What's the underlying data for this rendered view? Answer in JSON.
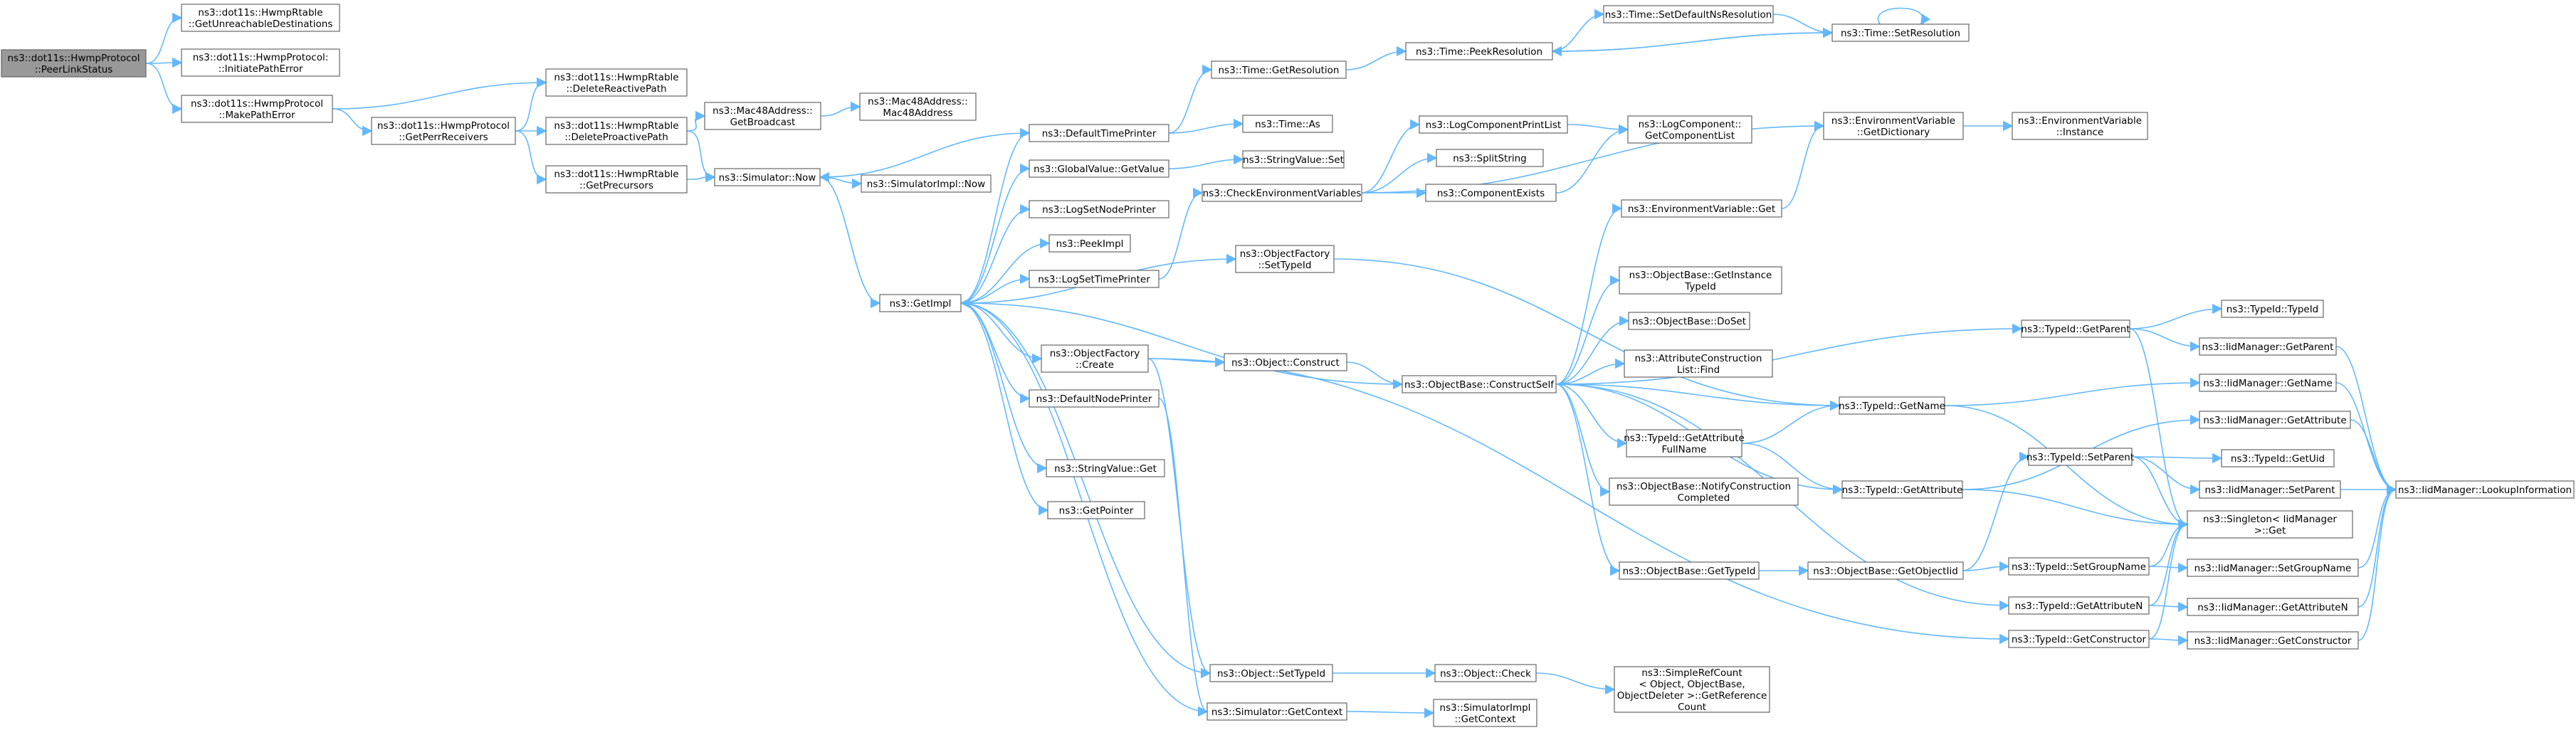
{
  "colors": {
    "edge": "#63b8ff",
    "node_border": "#666666",
    "root_fill": "#999999",
    "background": "#ffffff"
  },
  "nodes": [
    {
      "id": "peer",
      "lines": [
        "ns3::dot11s::HwmpProtocol",
        "::PeerLinkStatus"
      ],
      "root": true
    },
    {
      "id": "unreach",
      "lines": [
        "ns3::dot11s::HwmpRtable",
        "::GetUnreachableDestinations"
      ]
    },
    {
      "id": "initpath",
      "lines": [
        "ns3::dot11s::HwmpProtocol:",
        "::InitiatePathError"
      ]
    },
    {
      "id": "makepath",
      "lines": [
        "ns3::dot11s::HwmpProtocol",
        "::MakePathError"
      ]
    },
    {
      "id": "getperr",
      "lines": [
        "ns3::dot11s::HwmpProtocol",
        "::GetPerrReceivers"
      ]
    },
    {
      "id": "delreact",
      "lines": [
        "ns3::dot11s::HwmpRtable",
        "::DeleteReactivePath"
      ]
    },
    {
      "id": "delproact",
      "lines": [
        "ns3::dot11s::HwmpRtable",
        "::DeleteProactivePath"
      ]
    },
    {
      "id": "getprec",
      "lines": [
        "ns3::dot11s::HwmpRtable",
        "::GetPrecursors"
      ]
    },
    {
      "id": "macbcast",
      "lines": [
        "ns3::Mac48Address::",
        "GetBroadcast"
      ]
    },
    {
      "id": "macaddr",
      "lines": [
        "ns3::Mac48Address::",
        "Mac48Address"
      ]
    },
    {
      "id": "simnow",
      "lines": [
        "ns3::Simulator::Now"
      ]
    },
    {
      "id": "simimplnow",
      "lines": [
        "ns3::SimulatorImpl::Now"
      ]
    },
    {
      "id": "getimpl",
      "lines": [
        "ns3::GetImpl"
      ]
    },
    {
      "id": "deftime",
      "lines": [
        "ns3::DefaultTimePrinter"
      ]
    },
    {
      "id": "globalget",
      "lines": [
        "ns3::GlobalValue::GetValue"
      ]
    },
    {
      "id": "logsetnode",
      "lines": [
        "ns3::LogSetNodePrinter"
      ]
    },
    {
      "id": "peekimpl",
      "lines": [
        "ns3::PeekImpl"
      ]
    },
    {
      "id": "logsettime",
      "lines": [
        "ns3::LogSetTimePrinter"
      ]
    },
    {
      "id": "objfcreate",
      "lines": [
        "ns3::ObjectFactory",
        "::Create"
      ]
    },
    {
      "id": "defnode",
      "lines": [
        "ns3::DefaultNodePrinter"
      ]
    },
    {
      "id": "strget",
      "lines": [
        "ns3::StringValue::Get"
      ]
    },
    {
      "id": "getptr",
      "lines": [
        "ns3::GetPointer"
      ]
    },
    {
      "id": "timegetres",
      "lines": [
        "ns3::Time::GetResolution"
      ]
    },
    {
      "id": "timeas",
      "lines": [
        "ns3::Time::As"
      ]
    },
    {
      "id": "strset",
      "lines": [
        "ns3::StringValue::Set"
      ]
    },
    {
      "id": "checkenv",
      "lines": [
        "ns3::CheckEnvironmentVariables"
      ]
    },
    {
      "id": "objfsettid",
      "lines": [
        "ns3::ObjectFactory",
        "::SetTypeId"
      ]
    },
    {
      "id": "objconstruct",
      "lines": [
        "ns3::Object::Construct"
      ]
    },
    {
      "id": "objsettid",
      "lines": [
        "ns3::Object::SetTypeId"
      ]
    },
    {
      "id": "simgetctx",
      "lines": [
        "ns3::Simulator::GetContext"
      ]
    },
    {
      "id": "timepeek",
      "lines": [
        "ns3::Time::PeekResolution"
      ]
    },
    {
      "id": "logcpl",
      "lines": [
        "ns3::LogComponentPrintList"
      ]
    },
    {
      "id": "splitstr",
      "lines": [
        "ns3::SplitString"
      ]
    },
    {
      "id": "compexists",
      "lines": [
        "ns3::ComponentExists"
      ]
    },
    {
      "id": "constructself",
      "lines": [
        "ns3::ObjectBase::ConstructSelf"
      ]
    },
    {
      "id": "objcheck",
      "lines": [
        "ns3::Object::Check"
      ]
    },
    {
      "id": "simimplctx",
      "lines": [
        "ns3::SimulatorImpl",
        "::GetContext"
      ]
    },
    {
      "id": "setdefns",
      "lines": [
        "ns3::Time::SetDefaultNsResolution"
      ]
    },
    {
      "id": "logcompgcl",
      "lines": [
        "ns3::LogComponent::",
        "GetComponentList"
      ]
    },
    {
      "id": "envget",
      "lines": [
        "ns3::EnvironmentVariable::Get"
      ]
    },
    {
      "id": "getinsttid",
      "lines": [
        "ns3::ObjectBase::GetInstance",
        "TypeId"
      ]
    },
    {
      "id": "doset",
      "lines": [
        "ns3::ObjectBase::DoSet"
      ]
    },
    {
      "id": "attrconsfind",
      "lines": [
        "ns3::AttributeConstruction",
        "List::Find"
      ]
    },
    {
      "id": "getattrfull",
      "lines": [
        "ns3::TypeId::GetAttribute",
        "FullName"
      ]
    },
    {
      "id": "notifycons",
      "lines": [
        "ns3::ObjectBase::NotifyConstruction",
        "Completed"
      ]
    },
    {
      "id": "getobjtid",
      "lines": [
        "ns3::ObjectBase::GetTypeId"
      ]
    },
    {
      "id": "simplerefcount",
      "lines": [
        "ns3::SimpleRefCount",
        "< Object, ObjectBase,",
        "ObjectDeleter >::GetReference",
        "Count"
      ]
    },
    {
      "id": "settimeres",
      "lines": [
        "ns3::Time::SetResolution"
      ]
    },
    {
      "id": "envgetdict",
      "lines": [
        "ns3::EnvironmentVariable",
        "::GetDictionary"
      ]
    },
    {
      "id": "tidgetname",
      "lines": [
        "ns3::TypeId::GetName"
      ]
    },
    {
      "id": "tidgetattr",
      "lines": [
        "ns3::TypeId::GetAttribute"
      ]
    },
    {
      "id": "basegetobjtid",
      "lines": [
        "ns3::ObjectBase::GetObjectIid"
      ]
    },
    {
      "id": "envinst",
      "lines": [
        "ns3::EnvironmentVariable",
        "::Instance"
      ]
    },
    {
      "id": "tidgetparent",
      "lines": [
        "ns3::TypeId::GetParent"
      ]
    },
    {
      "id": "tidsetparent",
      "lines": [
        "ns3::TypeId::SetParent"
      ]
    },
    {
      "id": "tidsetgroup",
      "lines": [
        "ns3::TypeId::SetGroupName"
      ]
    },
    {
      "id": "tidgetattrn",
      "lines": [
        "ns3::TypeId::GetAttributeN"
      ]
    },
    {
      "id": "tidgetcons",
      "lines": [
        "ns3::TypeId::GetConstructor"
      ]
    },
    {
      "id": "tidtypeid",
      "lines": [
        "ns3::TypeId::TypeId"
      ]
    },
    {
      "id": "iidgetparent",
      "lines": [
        "ns3::IidManager::GetParent"
      ]
    },
    {
      "id": "iidgetname",
      "lines": [
        "ns3::IidManager::GetName"
      ]
    },
    {
      "id": "iidgetattr",
      "lines": [
        "ns3::IidManager::GetAttribute"
      ]
    },
    {
      "id": "tidgetuid",
      "lines": [
        "ns3::TypeId::GetUid"
      ]
    },
    {
      "id": "iidsetparent",
      "lines": [
        "ns3::IidManager::SetParent"
      ]
    },
    {
      "id": "singleton",
      "lines": [
        "ns3::Singleton< IidManager",
        ">::Get"
      ]
    },
    {
      "id": "iidsetgroup",
      "lines": [
        "ns3::IidManager::SetGroupName"
      ]
    },
    {
      "id": "iidgetattrn",
      "lines": [
        "ns3::IidManager::GetAttributeN"
      ]
    },
    {
      "id": "iidgetcons",
      "lines": [
        "ns3::IidManager::GetConstructor"
      ]
    },
    {
      "id": "iidlookup",
      "lines": [
        "ns3::IidManager::LookupInformation"
      ]
    }
  ],
  "edges": [
    [
      "peer",
      "unreach"
    ],
    [
      "peer",
      "initpath"
    ],
    [
      "peer",
      "makepath"
    ],
    [
      "makepath",
      "delreact"
    ],
    [
      "makepath",
      "getperr"
    ],
    [
      "getperr",
      "delreact"
    ],
    [
      "getperr",
      "delproact"
    ],
    [
      "getperr",
      "getprec"
    ],
    [
      "delproact",
      "macbcast"
    ],
    [
      "delproact",
      "simnow"
    ],
    [
      "getprec",
      "simnow"
    ],
    [
      "macbcast",
      "macaddr"
    ],
    [
      "simnow",
      "simimplnow"
    ],
    [
      "simnow",
      "getimpl"
    ],
    [
      "deftime",
      "simnow"
    ],
    [
      "getimpl",
      "deftime"
    ],
    [
      "getimpl",
      "globalget"
    ],
    [
      "getimpl",
      "logsetnode"
    ],
    [
      "getimpl",
      "peekimpl"
    ],
    [
      "getimpl",
      "logsettime"
    ],
    [
      "getimpl",
      "objfcreate"
    ],
    [
      "getimpl",
      "defnode"
    ],
    [
      "getimpl",
      "strget"
    ],
    [
      "getimpl",
      "getptr"
    ],
    [
      "getimpl",
      "simgetctx"
    ],
    [
      "getimpl",
      "objsettid"
    ],
    [
      "getimpl",
      "objfsettid"
    ],
    [
      "deftime",
      "timegetres"
    ],
    [
      "deftime",
      "timeas"
    ],
    [
      "globalget",
      "strset"
    ],
    [
      "logsettime",
      "checkenv"
    ],
    [
      "objfcreate",
      "objconstruct"
    ],
    [
      "objfcreate",
      "objsettid"
    ],
    [
      "objfcreate",
      "tidgetcons"
    ],
    [
      "defnode",
      "simgetctx"
    ],
    [
      "timegetres",
      "timepeek"
    ],
    [
      "checkenv",
      "logcpl"
    ],
    [
      "checkenv",
      "splitstr"
    ],
    [
      "checkenv",
      "compexists"
    ],
    [
      "checkenv",
      "envgetdict"
    ],
    [
      "objfsettid",
      "tidgetname"
    ],
    [
      "objconstruct",
      "constructself"
    ],
    [
      "objsettid",
      "objcheck"
    ],
    [
      "simgetctx",
      "simimplctx"
    ],
    [
      "timepeek",
      "setdefns"
    ],
    [
      "timepeek",
      "settimeres"
    ],
    [
      "setdefns",
      "settimeres"
    ],
    [
      "settimeres",
      "timepeek"
    ],
    [
      "settimeres",
      "settimeres"
    ],
    [
      "logcpl",
      "logcompgcl"
    ],
    [
      "compexists",
      "logcompgcl"
    ],
    [
      "constructself",
      "getimpl"
    ],
    [
      "constructself",
      "envget"
    ],
    [
      "constructself",
      "getinsttid"
    ],
    [
      "constructself",
      "doset"
    ],
    [
      "constructself",
      "attrconsfind"
    ],
    [
      "constructself",
      "getattrfull"
    ],
    [
      "constructself",
      "notifycons"
    ],
    [
      "constructself",
      "getobjtid"
    ],
    [
      "constructself",
      "tidgetname"
    ],
    [
      "constructself",
      "tidgetattr"
    ],
    [
      "constructself",
      "tidgetparent"
    ],
    [
      "constructself",
      "tidgetattrn"
    ],
    [
      "envget",
      "envgetdict"
    ],
    [
      "getattrfull",
      "tidgetname"
    ],
    [
      "getattrfull",
      "tidgetattr"
    ],
    [
      "getobjtid",
      "basegetobjtid"
    ],
    [
      "objcheck",
      "simplerefcount"
    ],
    [
      "envgetdict",
      "envinst"
    ],
    [
      "tidgetname",
      "iidgetname"
    ],
    [
      "tidgetname",
      "singleton"
    ],
    [
      "tidgetattr",
      "iidgetattr"
    ],
    [
      "tidgetattr",
      "singleton"
    ],
    [
      "basegetobjtid",
      "tidsetparent"
    ],
    [
      "basegetobjtid",
      "tidsetgroup"
    ],
    [
      "tidgetparent",
      "tidtypeid"
    ],
    [
      "tidgetparent",
      "iidgetparent"
    ],
    [
      "tidgetparent",
      "singleton"
    ],
    [
      "tidsetparent",
      "tidgetuid"
    ],
    [
      "tidsetparent",
      "iidsetparent"
    ],
    [
      "tidsetparent",
      "singleton"
    ],
    [
      "tidsetgroup",
      "iidsetgroup"
    ],
    [
      "tidsetgroup",
      "singleton"
    ],
    [
      "tidgetattrn",
      "iidgetattrn"
    ],
    [
      "tidgetattrn",
      "singleton"
    ],
    [
      "tidgetcons",
      "iidgetcons"
    ],
    [
      "tidgetcons",
      "singleton"
    ],
    [
      "iidgetparent",
      "iidlookup"
    ],
    [
      "iidgetname",
      "iidlookup"
    ],
    [
      "iidgetattr",
      "iidlookup"
    ],
    [
      "iidsetparent",
      "iidlookup"
    ],
    [
      "iidsetgroup",
      "iidlookup"
    ],
    [
      "iidgetattrn",
      "iidlookup"
    ],
    [
      "iidgetcons",
      "iidlookup"
    ]
  ]
}
